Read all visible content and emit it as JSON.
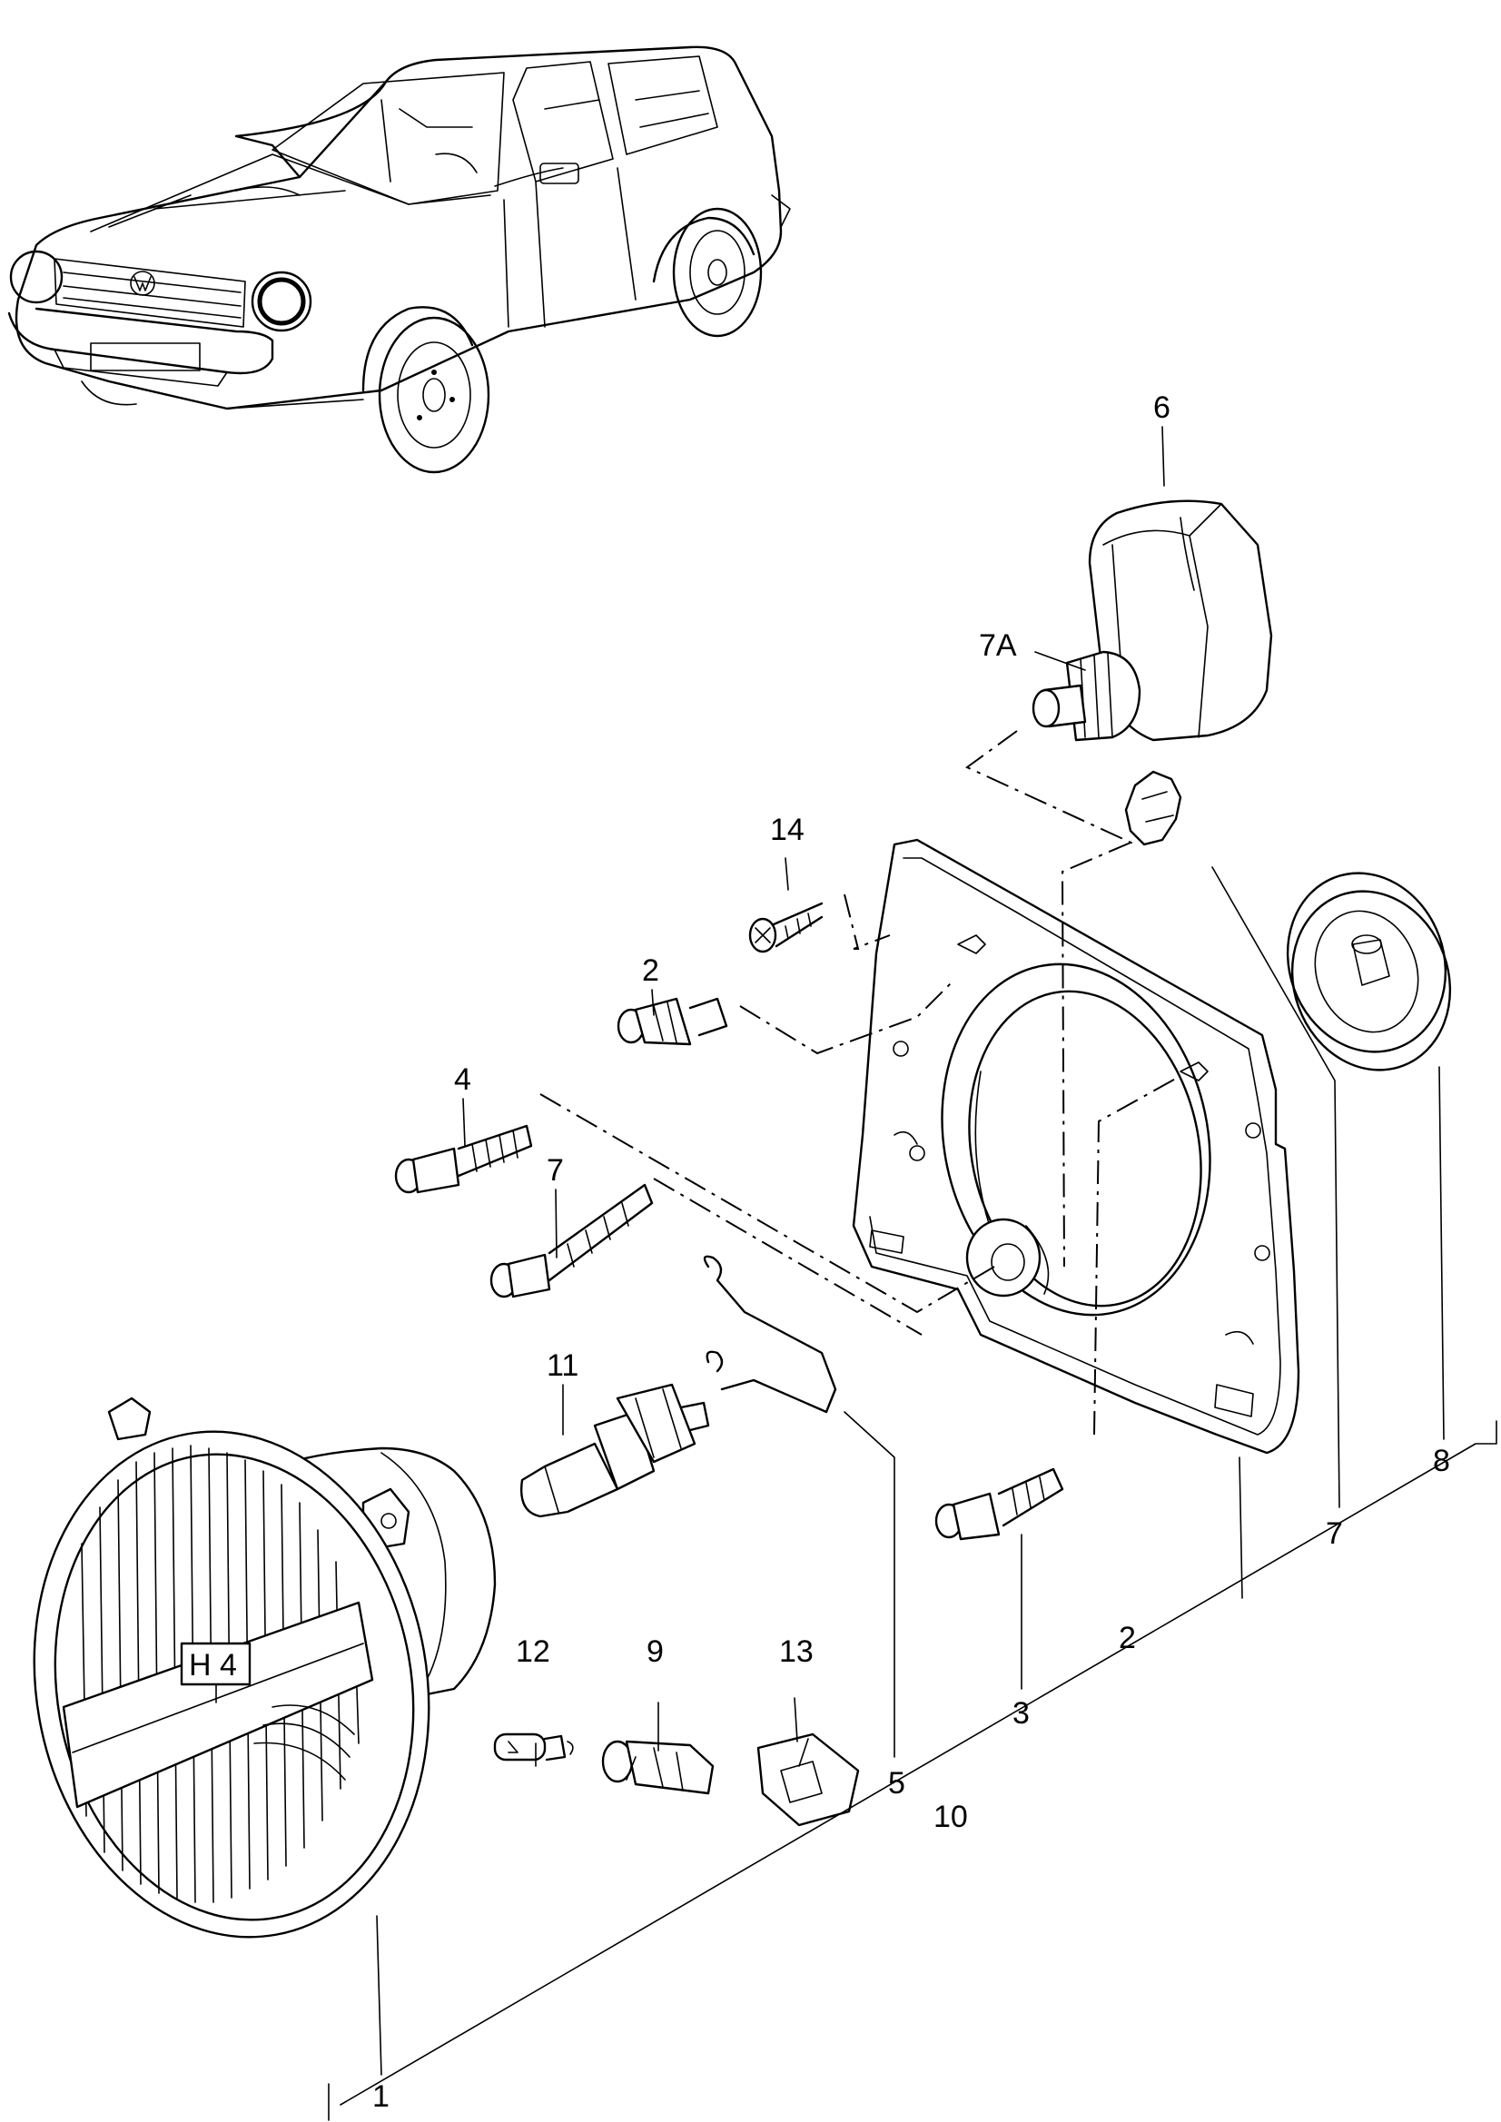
{
  "labels": {
    "p1": "1",
    "p2a": "2",
    "p2b": "2",
    "p3": "3",
    "p4": "4",
    "p5": "5",
    "p6": "6",
    "p7a": "7",
    "p7b": "7",
    "p7A": "7A",
    "p8": "8",
    "p9": "9",
    "p10": "10",
    "p11": "11",
    "p12": "12",
    "p13": "13",
    "p14": "14",
    "lens_marking": "H 4"
  },
  "icons": {
    "car": "vehicle-outline-icon",
    "vw_badge": "vw-logo"
  }
}
